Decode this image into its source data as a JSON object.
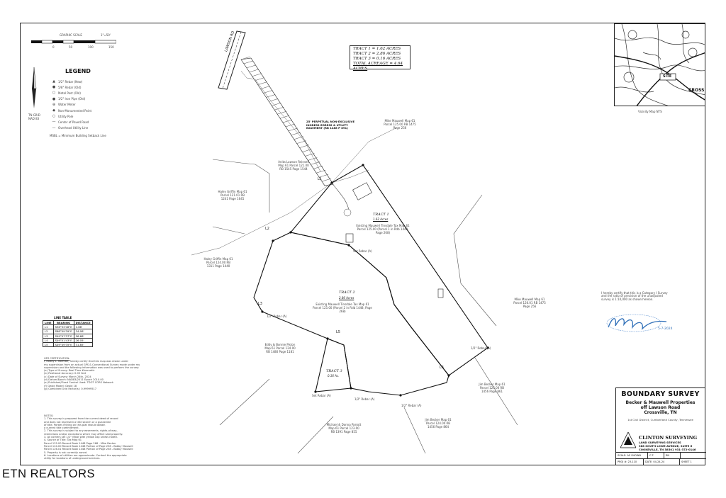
{
  "graphic_scale": {
    "title": "GRAPHIC SCALE",
    "units": "1\"=50'",
    "ticks": [
      "0",
      "50",
      "100",
      "150"
    ]
  },
  "acreage": {
    "tract1": "TRACT 1 = 1.62 ACRES",
    "tract2": "TRACT 2 = 2.86 ACRES",
    "tract3": "TRACT 3 = 0.16 ACRES",
    "total": "TOTAL ACREAGE = 4.64 ACRES"
  },
  "legend": {
    "title": "LEGEND",
    "items": [
      {
        "symbol": "▲",
        "label": "1/2\" Rebar (New)"
      },
      {
        "symbol": "●",
        "label": "5/8\" Rebar (Old)"
      },
      {
        "symbol": "○",
        "label": "Metal Post (Old)"
      },
      {
        "symbol": "●",
        "label": "1/2\" Iron Pipe (Old)"
      },
      {
        "symbol": "⊕",
        "label": "Water Meter"
      },
      {
        "symbol": "◆",
        "label": "Non-Monumented Point"
      },
      {
        "symbol": "○",
        "label": "Utility Pole"
      },
      {
        "symbol": "—",
        "label": "Center of Paved Road"
      },
      {
        "symbol": "—",
        "label": "Overhead Utility Line"
      }
    ],
    "msbl": "MSBL = Minimum Building Setback Line"
  },
  "north_arrow": {
    "label": "TN GRID NAD 83"
  },
  "road": {
    "label": "LAWSON RD"
  },
  "easement": {
    "label": "25' PERPETUAL NON-EXCLUSIVE INGRESS-EGRESS & UTILITY EASEMENT (RB 1488 P 891)"
  },
  "tracts": {
    "t1_title": "TRACT 1",
    "t1_area": "1.62 Acres",
    "t1_desc": "Existing Mauwell Tinsdale Tax Map 61 Parcel 125.00 (Parcel 1 in Rdb 1448, Page 268)",
    "t2_title": "TRACT 2",
    "t2_area": "2.86 Acres",
    "t2_desc": "Existing Mauwell Tinsdale Tax Map 61 Parcel 125.00 (Parcel 2 in Rdb 1448, Page 268)",
    "t3_title": "TRACT 3",
    "t3_area": "0.16 Ac."
  },
  "neighbors": [
    {
      "id": "n1",
      "text": "Anita Lawson Reinsell Map 61 Parcel 121.00 RB 1545 Page 1544"
    },
    {
      "id": "n2",
      "text": "Mike Mauwell Map 61 Parcel 125.00 RB 1475 Page 256"
    },
    {
      "id": "n3",
      "text": "Haley Griffin Map 61 Parcel 121.01 RB 1241 Page 1645"
    },
    {
      "id": "n4",
      "text": "Haley Griffin Map 61 Parcel 124.00 RB 1311 Page 1440"
    },
    {
      "id": "n5",
      "text": "Mike Mauwell Map 61 Parcel 126.01 RB 1475 Page 256"
    },
    {
      "id": "n6",
      "text": "Eddy & Bonnie Piston Map 61 Parcel 124.00 RB 1480 Page 1181"
    },
    {
      "id": "n7",
      "text": "Jim Becker Map 61 Parcel 125.00 RB 1456 Page 861"
    },
    {
      "id": "n8",
      "text": "Jim Becker Map 61 Parcel 124.00 RB 1456 Page 864"
    },
    {
      "id": "n9",
      "text": "Michael & Donna Parrott Map 61 Parcel 123.00 RB 1391 Page 855"
    }
  ],
  "monuments": {
    "m1": "Set Rebar (A)",
    "m2": "1/2\" Rebar (A)",
    "m3": "1/2\" Rebar (A)",
    "m4": "1/2\" Rebar (A)",
    "m5": "1/2\" Rebar (A)",
    "m6": "Set Rebar (A)"
  },
  "line_labels": [
    "L1",
    "L2",
    "L3",
    "L4",
    "L5"
  ],
  "line_table": {
    "title": "LINE TABLE",
    "headers": [
      "LINE",
      "BEARING",
      "DISTANCE"
    ],
    "rows": [
      [
        "L1",
        "S36°33'46\"E",
        "1.66'"
      ],
      [
        "L2",
        "S68°09'39\"E",
        "34.08'"
      ],
      [
        "L3",
        "S49°07'37\"E",
        "56.68'"
      ],
      [
        "L4",
        "S49°01'43\"E",
        "26.05'"
      ],
      [
        "L5",
        "S49°49'35\"E",
        "31.85'"
      ]
    ]
  },
  "gps_certification": {
    "title": "GPS CERTIFICATION:",
    "lines": [
      "I, Roddy L. Norman, hereby certify that this map was drawn under",
      "my supervision from an actual GPS & Conventional Survey made under my",
      "supervision and the following information was used to perform the survey:",
      "(a) Type of Survey: Real Time Kinematic",
      "(b) Positional Accuracy: 0.05 feet",
      "(c) Date of Survey: March 24th, 2024",
      "(d) Datum/Epoch: NAD83/2011 Epoch 2010.00",
      "(e) Published/Fixed Control Used: TDOT CORS Network",
      "(f) Geoid Model: Geoid 18",
      "(g) Combined Grid Factor(s): 0.99999517"
    ]
  },
  "notes": {
    "title": "NOTES:",
    "lines": [
      "1. This survey is prepared from the current deed of record",
      "and does not represent a title search or a guarantee",
      "of title. Parties relying on this plat should obtain",
      "a current title commitment.",
      "2. This survey is subject to any easements, rights-of-way,",
      "restrictions and/or exceptions which may affect said property.",
      "3. All corners set 1/2\" rebar with yellow cap unless noted.",
      "4. Source of Title: Tax Map 61",
      "Parcel 125.00 Record Book 1448 Page 268 - Mike Becker",
      "Parcel 124.00 Record Book 1448 Portion of Page 258 - Bobby Mauwell",
      "Parcel 126.01 Record Book 1448 Portion of Page 258 - Bobby Mauwell",
      "5. Property is not currently zoned.",
      "6. Locations of utilities are approximate. Contact the appropriate",
      "utility for locations of underground services."
    ]
  },
  "vicinity": {
    "site_label": "SITE",
    "cross_label": "CROSS",
    "caption": "Vicinity Map NTS"
  },
  "surveyor_cert": {
    "date": "5-7-2024",
    "lines": [
      "I hereby certify that this is a Category I Survey",
      "and the ratio of precision of the unadjusted",
      "survey is 1:10,000 as shown hereon."
    ]
  },
  "title_block": {
    "title": "BOUNDARY SURVEY",
    "owner": "Becker & Mauwell Properties",
    "location": "off Lawson Road",
    "city": "Crossville, TN",
    "district": "1st Civil District, Cumberland County, Tennessee",
    "firm": "CLINTON SURVEYING",
    "firm_line1": "LAND SURVEYING SERVICES",
    "firm_line2": "388 SOUTH LOWE AVENUE, SUITE 6",
    "firm_line3": "COOKEVILLE, TN 38501 931-372-0146",
    "scale": "SCALE: AS SHOWN",
    "drawn": "C.T.",
    "checked": "RN",
    "proj": "PROJ #: 23-110",
    "date": "DATE: 04-24-24",
    "sheet": "SHEET 1"
  },
  "watermark": "ETN REALTORS"
}
